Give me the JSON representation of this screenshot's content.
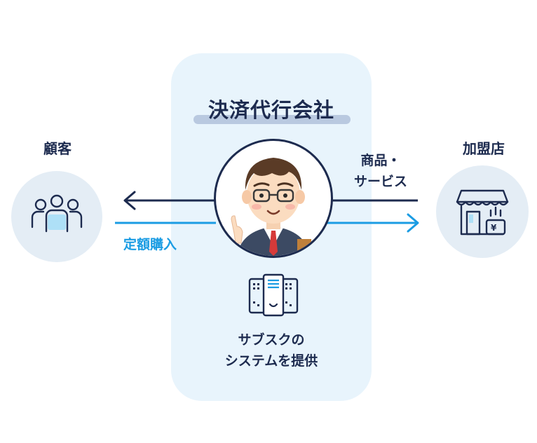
{
  "center": {
    "title": "決済代行会社",
    "caption_line1": "サブスクの",
    "caption_line2": "システムを提供"
  },
  "customer": {
    "label": "顧客",
    "icon": "group-of-people-icon"
  },
  "merchant": {
    "label": "加盟店",
    "icon": "storefront-icon"
  },
  "flows": {
    "purchase_label": "定額購入",
    "goods_label_line1": "商品・",
    "goods_label_line2": "サービス"
  },
  "colors": {
    "navy": "#1d2b4f",
    "blue": "#1b9ce3",
    "panel_bg": "#e8f4fc",
    "circle_bg": "#e4edf5"
  }
}
